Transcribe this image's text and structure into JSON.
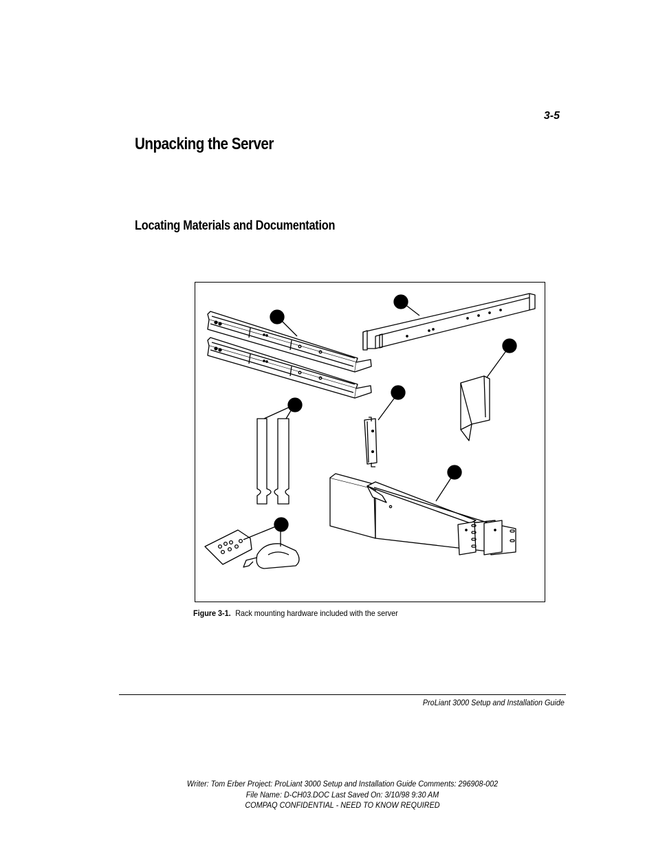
{
  "header": {
    "page_number": "3-5"
  },
  "main": {
    "title": "Unpacking the Server",
    "section_title": "Locating Materials and Documentation"
  },
  "figure": {
    "label": "Figure 3-1.",
    "caption": "Rack mounting hardware included with the server"
  },
  "footer": {
    "guide_title": "ProLiant 3000 Setup and Installation Guide",
    "meta_line_1": "Writer: Tom Erber   Project: ProLiant 3000 Setup and Installation Guide   Comments: 296908-002",
    "meta_line_2": "File Name: D-CH03.DOC   Last Saved On: 3/10/98 9:30 AM",
    "meta_line_3": "COMPAQ CONFIDENTIAL - NEED TO KNOW REQUIRED"
  }
}
